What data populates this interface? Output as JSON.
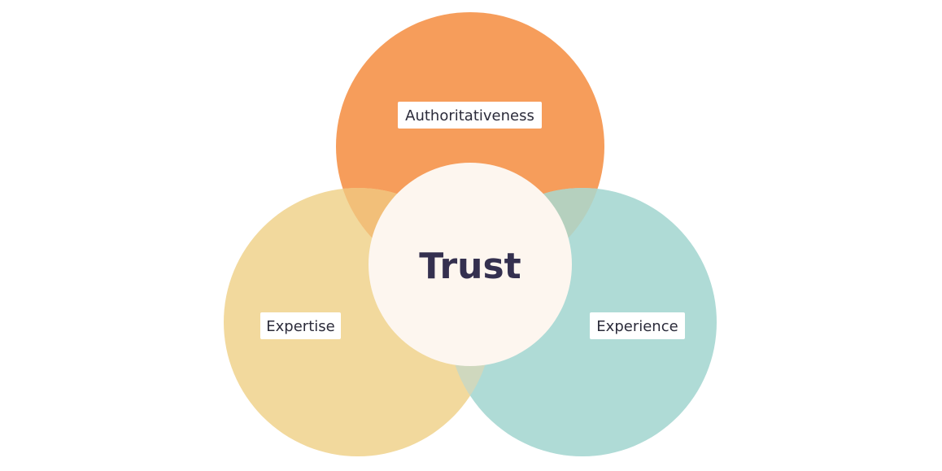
{
  "diagram": {
    "center_label": "Trust",
    "circles": [
      {
        "id": "top",
        "label": "Authoritativeness",
        "color": "#f69d5b"
      },
      {
        "id": "left",
        "label": "Expertise",
        "color": "#f2d99d"
      },
      {
        "id": "right",
        "label": "Experience",
        "color": "#afdbd6"
      }
    ],
    "center_color": "#fdf6ef",
    "overlap_colors": {
      "top_left": "#f2bf79",
      "top_right": "#b5d0be",
      "left_right": "#cfd8be"
    }
  }
}
